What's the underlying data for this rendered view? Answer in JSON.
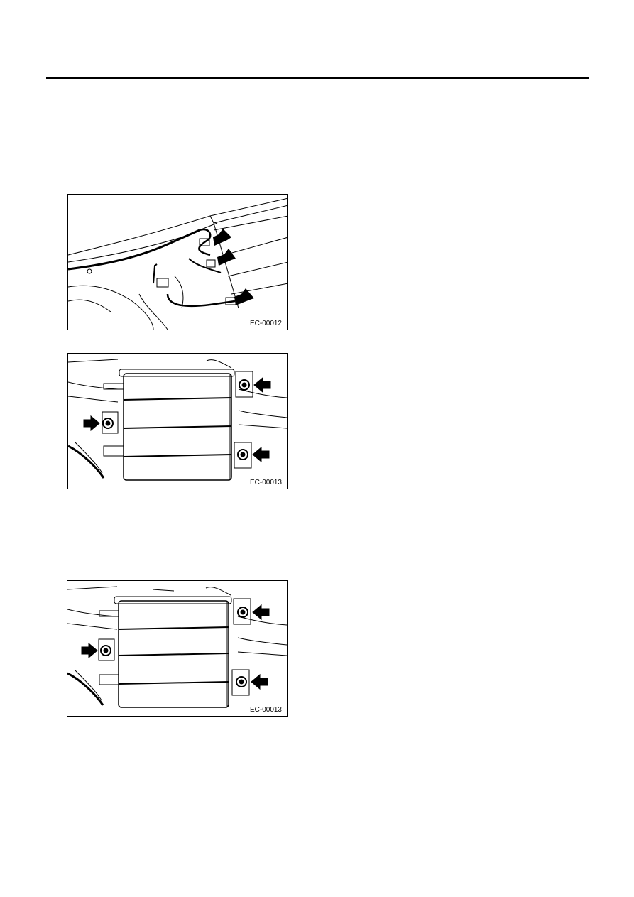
{
  "figures": [
    {
      "code": "EC-00012",
      "subject": "hose-connections",
      "arrow_count": 3
    },
    {
      "code": "EC-00013",
      "subject": "canister-mounting-bolts",
      "arrow_count": 3
    },
    {
      "code": "EC-00013",
      "subject": "canister-mounting-bolts",
      "arrow_count": 3
    }
  ]
}
